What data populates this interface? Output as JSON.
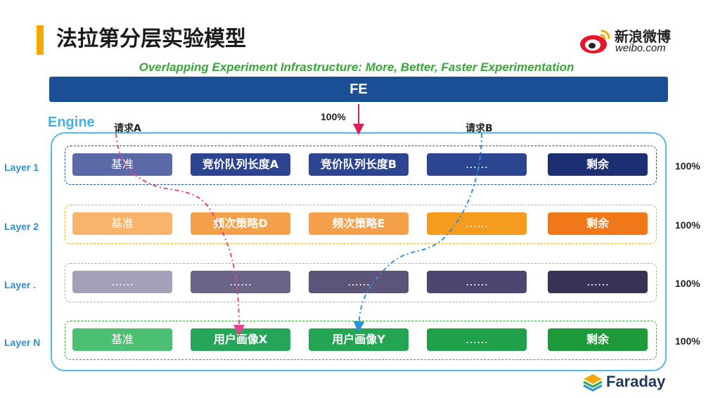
{
  "header": {
    "title": "法拉第分层实验模型",
    "subtitle": "Overlapping Experiment Infrastructure: More, Better, Faster Experimentation",
    "logo_zh": "新浪微博",
    "logo_en": "weibo.com"
  },
  "fe": {
    "label": "FE",
    "percent": "100%"
  },
  "engine": {
    "label": "Engine"
  },
  "requests": {
    "a": "请求A",
    "b": "请求B"
  },
  "layers": [
    {
      "label": "Layer 1",
      "percent": "100%",
      "border_color": "#1a4f96",
      "cells": [
        {
          "text": "基准",
          "color": "#5b6aa6"
        },
        {
          "text": "竞价队列长度A",
          "color": "#2d4591"
        },
        {
          "text": "竞价队列长度B",
          "color": "#2d4591"
        },
        {
          "text": "……",
          "color": "#2d4591"
        },
        {
          "text": "剩余",
          "color": "#1d2f72"
        }
      ]
    },
    {
      "label": "Layer 2",
      "percent": "100%",
      "border_color": "#f5a623",
      "cells": [
        {
          "text": "基准",
          "color": "#f8b46a"
        },
        {
          "text": "频次策略D",
          "color": "#f5a04a"
        },
        {
          "text": "频次策略E",
          "color": "#f5a04a"
        },
        {
          "text": "……",
          "color": "#f59b1e"
        },
        {
          "text": "剩余",
          "color": "#f07818"
        }
      ]
    },
    {
      "label": "Layer .",
      "percent": "100%",
      "border_color": "#aaaaaa",
      "cells": [
        {
          "text": "……",
          "color": "#a3a1b8"
        },
        {
          "text": "……",
          "color": "#6b6486"
        },
        {
          "text": "……",
          "color": "#5c5578"
        },
        {
          "text": "……",
          "color": "#4d4670"
        },
        {
          "text": "……",
          "color": "#3a3356"
        }
      ]
    },
    {
      "label": "Layer N",
      "percent": "100%",
      "border_color": "#3aa53a",
      "cells": [
        {
          "text": "基准",
          "color": "#4cbf73"
        },
        {
          "text": "用户画像X",
          "color": "#27a65a"
        },
        {
          "text": "用户画像Y",
          "color": "#23a553"
        },
        {
          "text": "……",
          "color": "#20a048"
        },
        {
          "text": "剩余",
          "color": "#1e9a3a"
        }
      ]
    }
  ],
  "footer": {
    "brand": "Faraday"
  },
  "colors": {
    "accent": "#f5a800",
    "fe": "#1a4f96",
    "engine": "#52b9e8",
    "path_a": "#e0458e",
    "path_b": "#2d8fe0"
  }
}
